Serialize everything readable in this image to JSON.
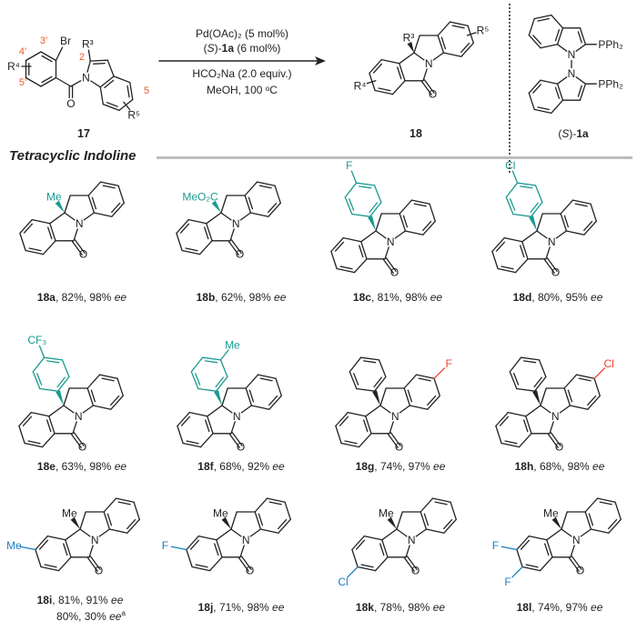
{
  "colors": {
    "bond": "#222222",
    "teal": "#1a9a90",
    "blue": "#1b7fc0",
    "orange": "#f05a28",
    "red": "#e8412f"
  },
  "reaction": {
    "reagent1": "Pd(OAc)₂ (5 mol%)",
    "ligand_config": "S",
    "ligand_id": "1a",
    "ligand_amount": "(6 mol%)",
    "reagent3": "HCO₂Na (2.0 equiv.)",
    "reagent4": "MeOH, 100 ᵒC",
    "substrate": {
      "id": "17",
      "R3": "R³",
      "R4": "R⁴",
      "R5": "R⁵",
      "Br": "Br",
      "N": "N",
      "O": "O",
      "pos2": "2",
      "pos3p": "3'",
      "pos4p": "4'",
      "pos5p": "5'",
      "pos5": "5"
    },
    "product": {
      "id": "18",
      "R3": "R³",
      "R4": "R⁴",
      "R5": "R⁵"
    },
    "ligand": {
      "config": "S",
      "id": "1a",
      "P": "PPh₂",
      "N": "N"
    }
  },
  "section_title": "Tetracyclic Indoline",
  "ee_label": "ee",
  "compounds": [
    {
      "id": "18a",
      "yield": "82%",
      "ee": "98%",
      "r3": "Me"
    },
    {
      "id": "18b",
      "yield": "62%",
      "ee": "98%",
      "r3": "MeO₂C"
    },
    {
      "id": "18c",
      "yield": "81%",
      "ee": "98%",
      "aryl_sub": "F"
    },
    {
      "id": "18d",
      "yield": "80%",
      "ee": "95%",
      "aryl_sub": "Cl"
    },
    {
      "id": "18e",
      "yield": "63%",
      "ee": "98%",
      "aryl_sub": "CF₃"
    },
    {
      "id": "18f",
      "yield": "68%",
      "ee": "92%",
      "aryl_sub": "Me"
    },
    {
      "id": "18g",
      "yield": "74%",
      "ee": "97%",
      "r5": "F"
    },
    {
      "id": "18h",
      "yield": "68%",
      "ee": "98%",
      "r5": "Cl"
    },
    {
      "id": "18i",
      "yield": "81%",
      "ee": "91%",
      "r3": "Me",
      "r4": [
        "Me"
      ],
      "alt_yield": "80%",
      "alt_ee": "30%",
      "footnote": "a"
    },
    {
      "id": "18j",
      "yield": "71%",
      "ee": "98%",
      "r3": "Me",
      "r4": [
        "F"
      ]
    },
    {
      "id": "18k",
      "yield": "78%",
      "ee": "98%",
      "r3": "Me",
      "r4": [
        "Cl"
      ]
    },
    {
      "id": "18l",
      "yield": "74%",
      "ee": "97%",
      "r3": "Me",
      "r4": [
        "F",
        "F"
      ]
    }
  ]
}
